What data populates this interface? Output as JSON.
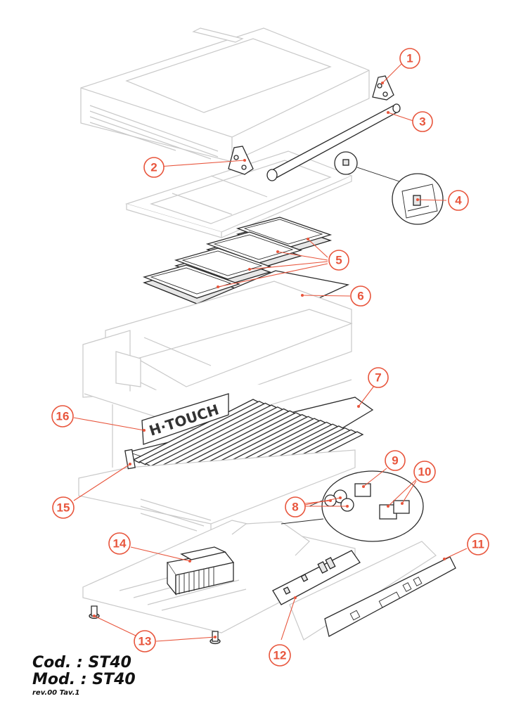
{
  "title_block": {
    "code_line": "Cod. : ST40",
    "model_line": "Mod. : ST40",
    "revision_line": "rev.00 Tav.1"
  },
  "panel_brand_text": "H·TOUCH",
  "callouts": [
    {
      "number": "1"
    },
    {
      "number": "2"
    },
    {
      "number": "3"
    },
    {
      "number": "4"
    },
    {
      "number": "5"
    },
    {
      "number": "6"
    },
    {
      "number": "7"
    },
    {
      "number": "8"
    },
    {
      "number": "9"
    },
    {
      "number": "10"
    },
    {
      "number": "11"
    },
    {
      "number": "12"
    },
    {
      "number": "13"
    },
    {
      "number": "14"
    },
    {
      "number": "15"
    },
    {
      "number": "16"
    }
  ],
  "colors": {
    "callout": "#e8553c",
    "part_outline": "#2a2a2a",
    "ghost_outline": "#c9c9c9",
    "background": "#ffffff"
  }
}
